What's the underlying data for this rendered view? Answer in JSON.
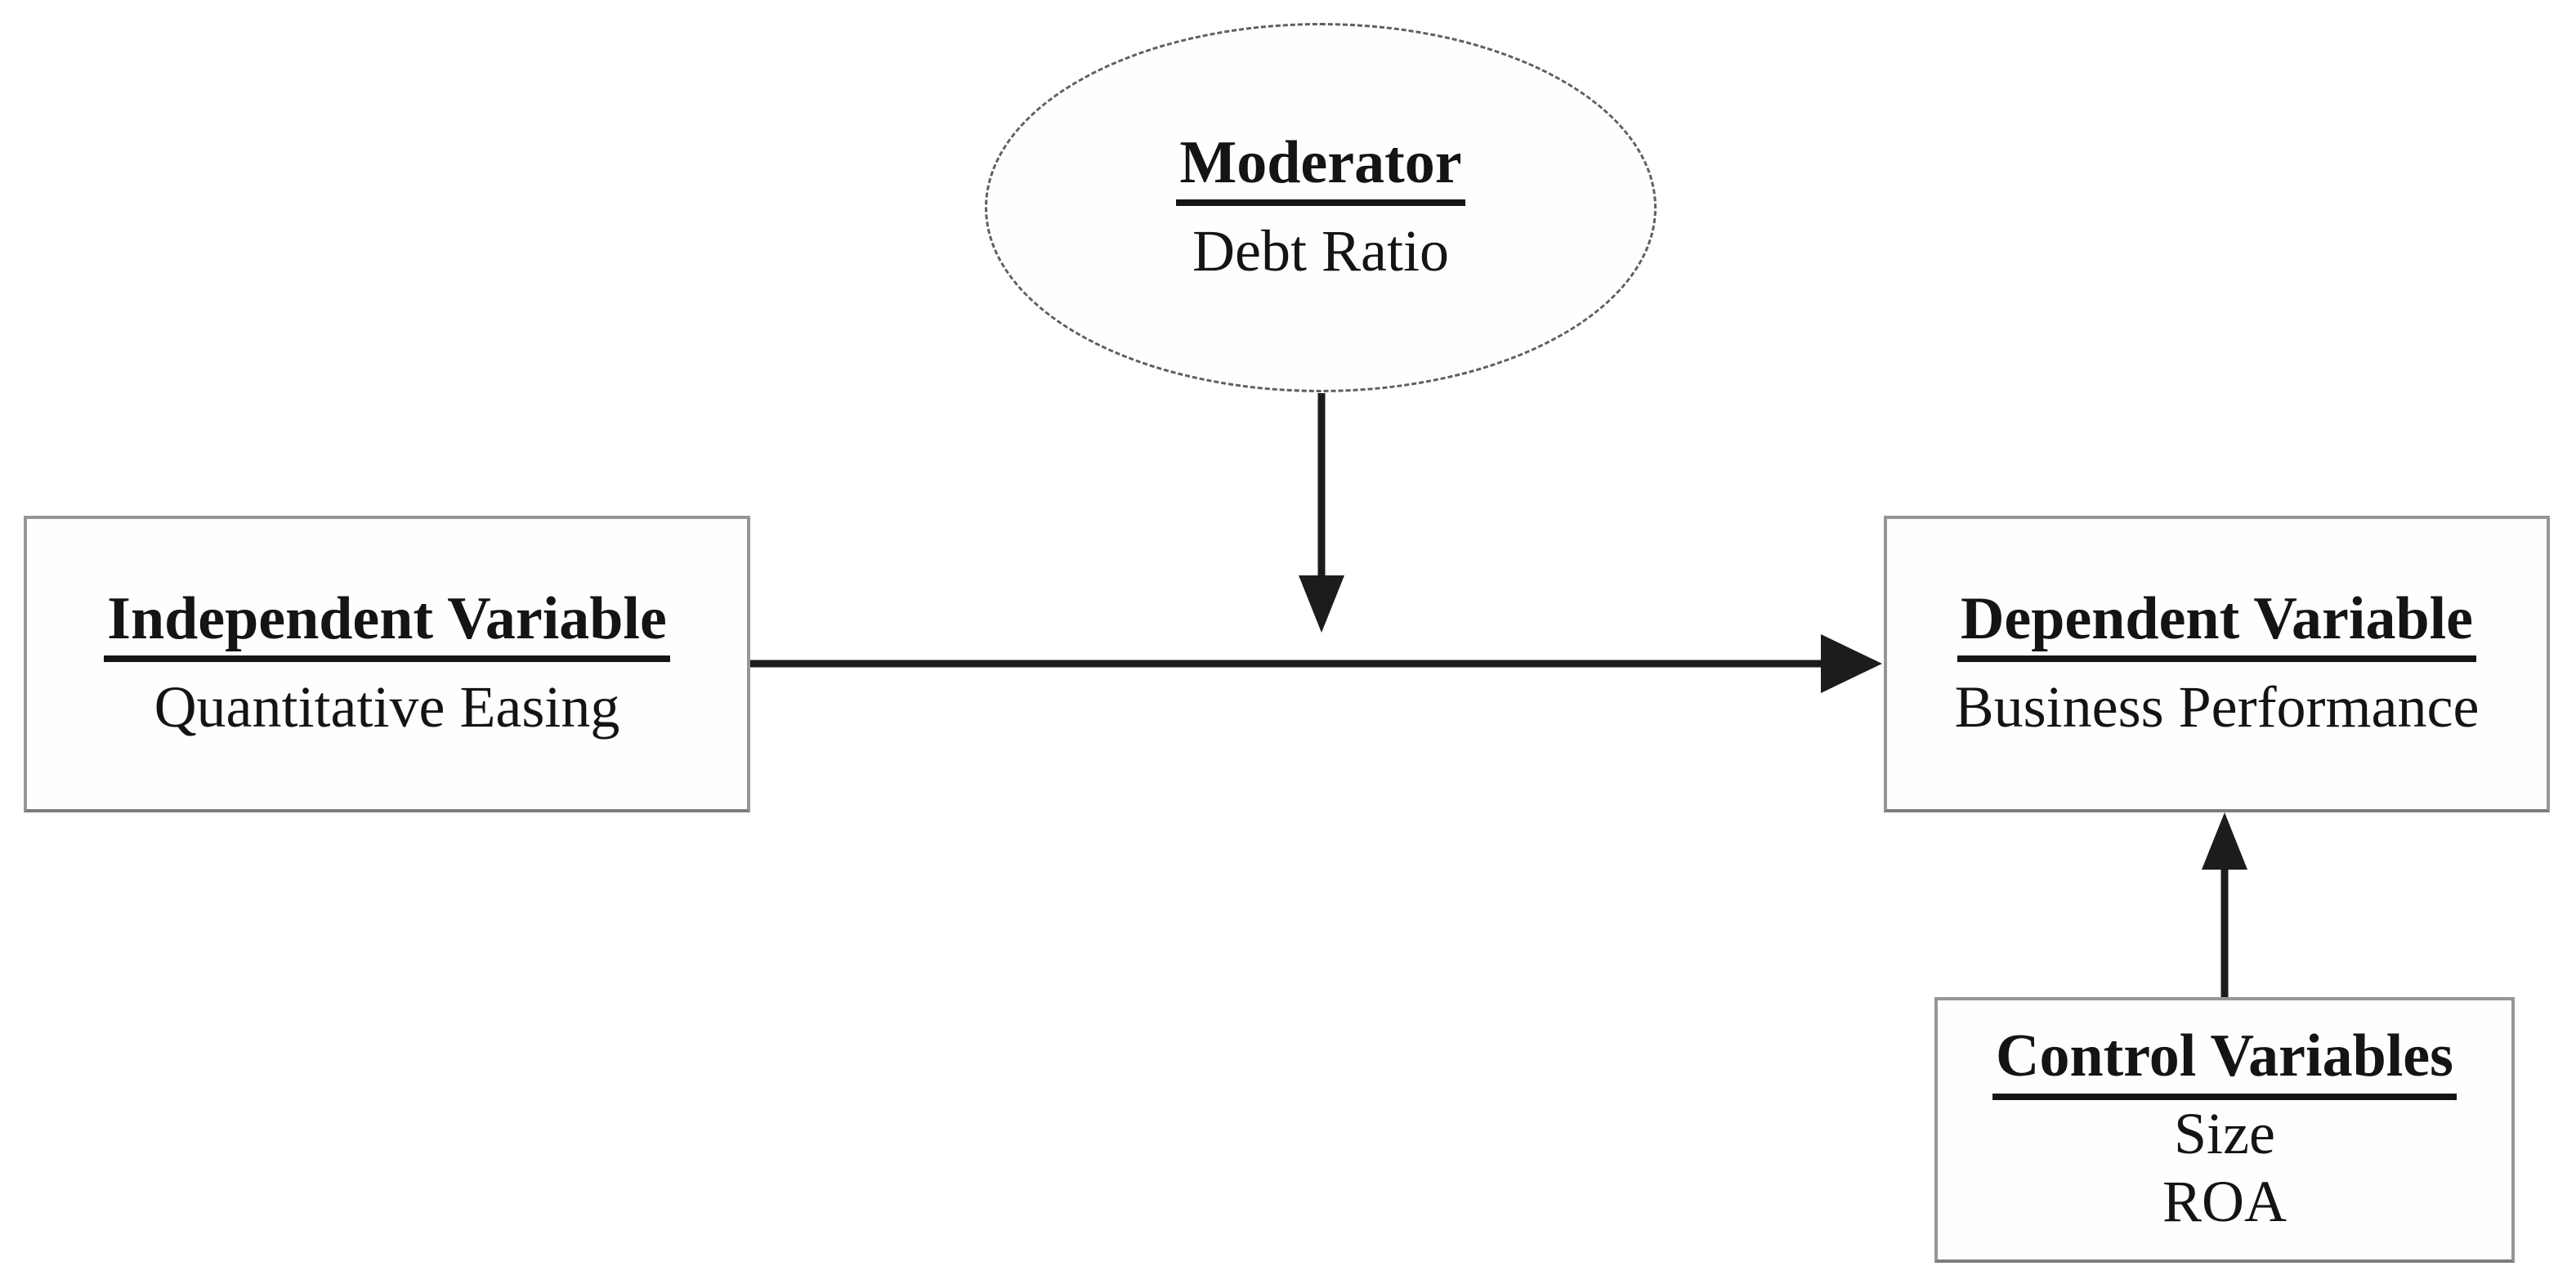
{
  "diagram": {
    "moderator": {
      "shape": "ellipse",
      "title": "Moderator",
      "subtitle": "Debt Ratio"
    },
    "independent_variable": {
      "shape": "rectangle",
      "title": "Independent Variable",
      "subtitle": "Quantitative Easing"
    },
    "dependent_variable": {
      "shape": "rectangle",
      "title": "Dependent Variable",
      "subtitle": "Business Performance"
    },
    "control_variables": {
      "shape": "rectangle",
      "title": "Control Variables",
      "items": [
        "Size",
        "ROA"
      ]
    },
    "relationships": [
      {
        "from": "independent_variable",
        "to": "dependent_variable",
        "type": "direct-effect-arrow"
      },
      {
        "from": "moderator",
        "to": "independent-dependent-arrow",
        "type": "moderation-arrow"
      },
      {
        "from": "control_variables",
        "to": "dependent_variable",
        "type": "control-effect-arrow"
      }
    ],
    "colors": {
      "background": "#ffffff",
      "arrow": "#1c1c1c",
      "box_border": "#969696",
      "ellipse_border": "#5f5f5f",
      "text": "#141414"
    }
  }
}
